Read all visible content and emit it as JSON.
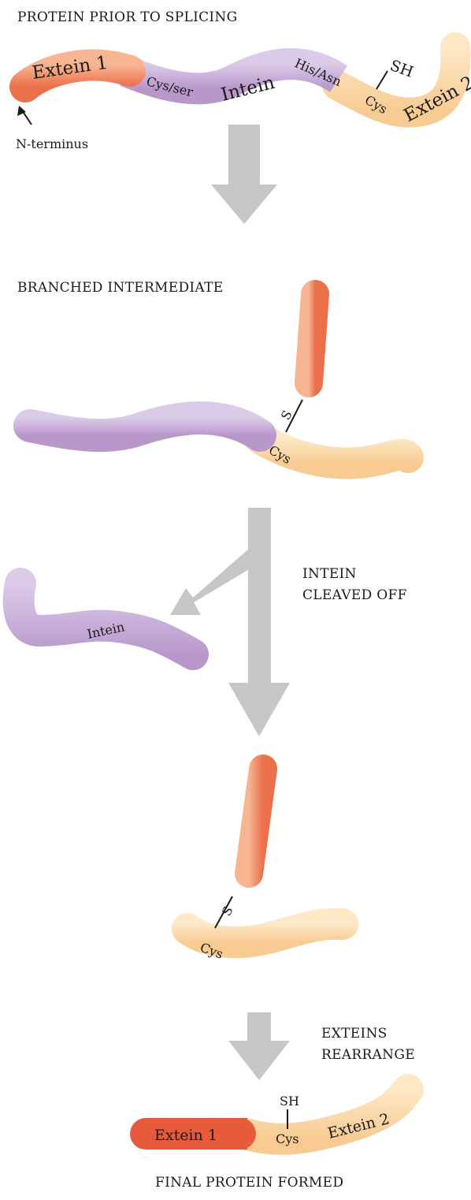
{
  "diagram": {
    "stages": {
      "stage1_heading": "PROTEIN PRIOR TO SPLICING",
      "stage2_heading": "BRANCHED INTERMEDIATE",
      "step3_label_line1": "INTEIN",
      "step3_label_line2": "CLEAVED OFF",
      "step4_label_line1": "EXTEINS",
      "step4_label_line2": "REARRANGE",
      "final_heading": "FINAL PROTEIN FORMED"
    },
    "labels": {
      "extein1": "Extein 1",
      "extein2": "Extein 2",
      "intein": "Intein",
      "cys_ser": "Cys/ser",
      "his_asn": "His/Asn",
      "cys": "Cys",
      "sh": "SH",
      "s": "S",
      "n_terminus": "N-terminus"
    },
    "colors": {
      "extein1_light": "#f4a47e",
      "extein1_dark": "#e8704a",
      "extein1_final": "#e85a3c",
      "intein_light": "#d9c6e6",
      "intein_dark": "#b496c9",
      "extein2_light": "#fde2bb",
      "extein2_dark": "#f7c98e",
      "arrow": "#c6c6c6"
    }
  }
}
